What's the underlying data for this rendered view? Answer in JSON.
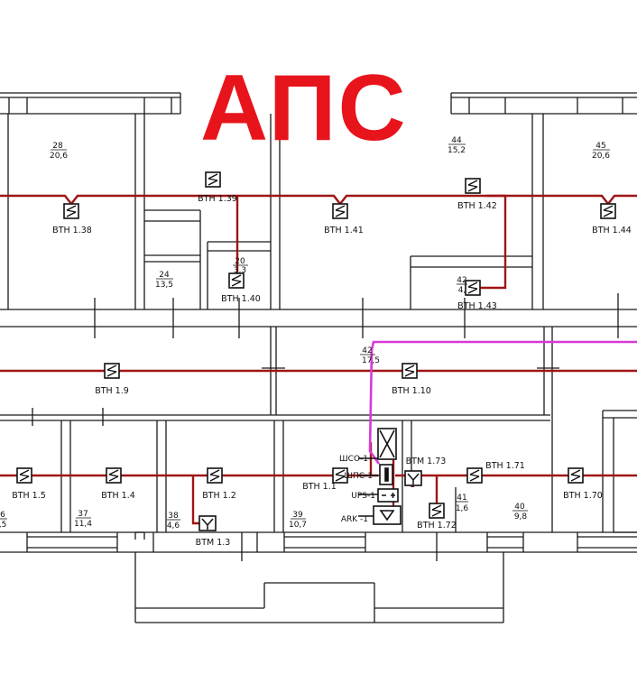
{
  "title": "АПС",
  "colors": {
    "title": "#e8141c",
    "wall": "#1a1a1a",
    "alarm_loop": "#a01414",
    "power_line": "#d63ad6"
  },
  "detectors": [
    {
      "id": "d138",
      "label": "ВТН 1.38"
    },
    {
      "id": "d139",
      "label": "ВТН 1.39"
    },
    {
      "id": "d140",
      "label": "ВТН 1.40"
    },
    {
      "id": "d141",
      "label": "ВТН 1.41"
    },
    {
      "id": "d142",
      "label": "ВТН 1.42"
    },
    {
      "id": "d143",
      "label": "ВТН 1.43"
    },
    {
      "id": "d144",
      "label": "ВТН 1.44"
    },
    {
      "id": "d19",
      "label": "ВТН 1.9"
    },
    {
      "id": "d110",
      "label": "ВТН 1.10"
    },
    {
      "id": "d15",
      "label": "ВТН 1.5"
    },
    {
      "id": "d14",
      "label": "ВТН 1.4"
    },
    {
      "id": "d12",
      "label": "ВТН 1.2"
    },
    {
      "id": "d11",
      "label": "ВТН 1.1"
    },
    {
      "id": "d171",
      "label": "ВТН 1.71"
    },
    {
      "id": "d170",
      "label": "ВТН 1.70"
    },
    {
      "id": "d172",
      "label": "ВТН 1.72"
    }
  ],
  "sounders": [
    {
      "id": "m13",
      "label": "ВТМ 1.3"
    },
    {
      "id": "m173",
      "label": "ВТМ 1.73"
    }
  ],
  "rooms": [
    {
      "num": "28",
      "area": "20,6"
    },
    {
      "num": "24",
      "area": "13,5"
    },
    {
      "num": "20",
      "area": "3,3"
    },
    {
      "num": "44",
      "area": "15,2"
    },
    {
      "num": "45",
      "area": "20,6"
    },
    {
      "num": "42",
      "area": "4,"
    },
    {
      "num": "42",
      "area": "17,5"
    },
    {
      "num": "6",
      "area": ",5"
    },
    {
      "num": "37",
      "area": "11,4"
    },
    {
      "num": "38",
      "area": "4,6"
    },
    {
      "num": "39",
      "area": "10,7"
    },
    {
      "num": "41",
      "area": "1,6"
    },
    {
      "num": "40",
      "area": "9,8"
    }
  ],
  "equipment": {
    "shso": "ШСО-1",
    "shps": "ШПС-1",
    "ups": "UPS-1",
    "ark": "ARK -1"
  }
}
